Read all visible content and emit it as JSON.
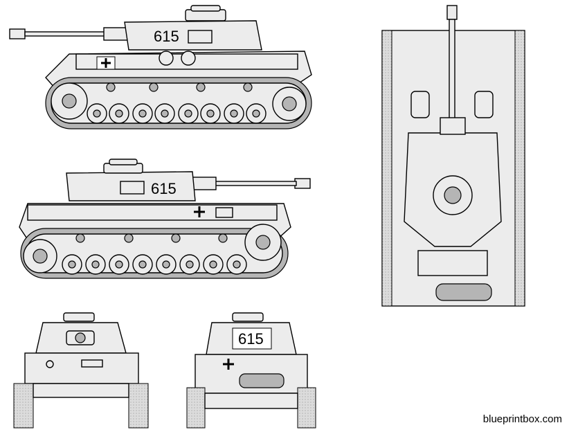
{
  "views": {
    "left_side": {
      "hull_number": "615"
    },
    "right_side": {
      "hull_number": "615"
    },
    "rear": {
      "hull_number": "615"
    }
  },
  "watermark": "blueprintbox.com"
}
